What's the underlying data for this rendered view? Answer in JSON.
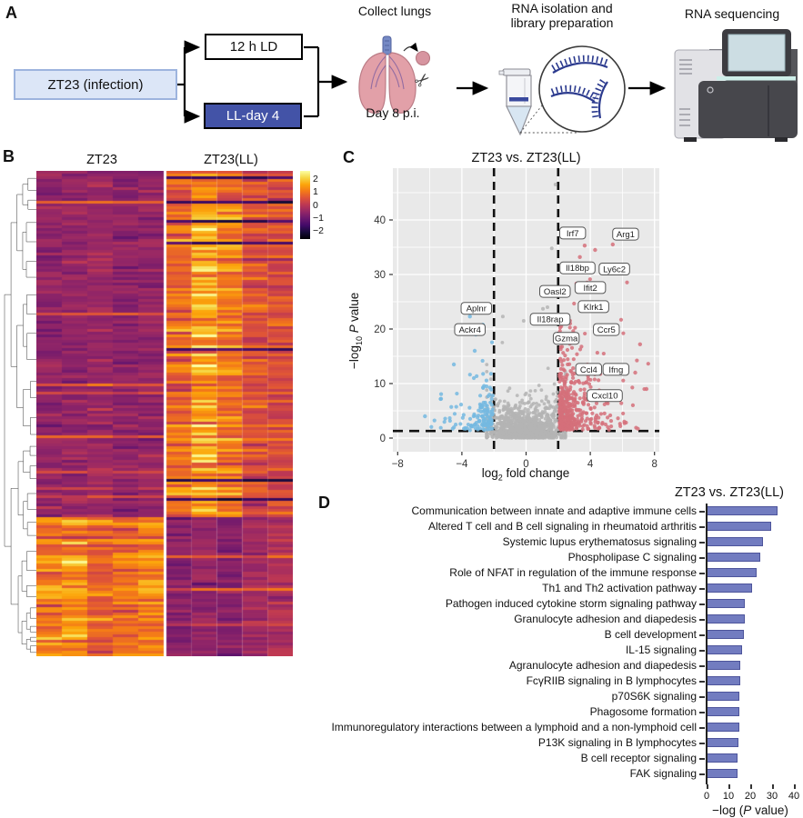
{
  "panels": {
    "a": {
      "label": "A",
      "infection_box": "ZT23 (infection)",
      "branch_top": "12 h LD",
      "branch_bottom": "LL-day 4",
      "collect": "Collect lungs",
      "day": "Day 8 p.i.",
      "rna_line1": "RNA isolation and",
      "rna_line2": "library preparation",
      "sequencing": "RNA sequencing"
    },
    "b": {
      "label": "B"
    },
    "c": {
      "label": "C"
    },
    "d": {
      "label": "D"
    }
  },
  "icons": {
    "scissors_glyph": "✂"
  },
  "chart_data": [
    {
      "type": "heatmap",
      "col_groups": [
        "ZT23",
        "ZT23(LL)"
      ],
      "columns_per_group": 5,
      "colormap": "inferno",
      "colorbar_ticks": [
        2,
        1,
        0,
        -1,
        -2
      ],
      "colorbar_range": [
        -2.6,
        2.6
      ],
      "rows_rendered": 178,
      "clusters": {
        "top": {
          "row_fraction": 0.715,
          "ZT23_col_means": [
            -0.55,
            -0.5,
            -0.45,
            -0.6,
            -0.55
          ],
          "ZT23LL_col_means": [
            0.85,
            1.5,
            1.05,
            0.5,
            0.42
          ]
        },
        "bottom": {
          "row_fraction": 0.285,
          "ZT23_col_means": [
            1.1,
            1.3,
            0.7,
            1.0,
            1.15
          ],
          "ZT23LL_col_means": [
            -0.7,
            -0.5,
            -0.7,
            -0.35,
            -0.2
          ]
        }
      }
    },
    {
      "type": "scatter",
      "title": "ZT23 vs. ZT23(LL)",
      "ylabel_parts": {
        "pre": "−log",
        "sub": "10",
        "it": " P ",
        "post": "value"
      },
      "xlabel_parts": {
        "pre": "log",
        "sub": "2",
        "post": " fold change"
      },
      "xlim": [
        -8.3,
        8.3
      ],
      "ylim": [
        -2.5,
        49.5
      ],
      "xticks": [
        -8,
        -4,
        0,
        4,
        8
      ],
      "yticks": [
        0,
        10,
        20,
        30,
        40
      ],
      "fc_thresholds": [
        -2,
        2
      ],
      "pvalue_threshold": 1.3,
      "colors": {
        "nonsig": "#b4b4b4",
        "down": "#74b9e0",
        "up": "#d5707a",
        "bg": "#e9e9e9"
      },
      "clusters": [
        {
          "name": "non-significant-core",
          "kind": "center",
          "n": 820,
          "color": "#b4b4b4"
        },
        {
          "name": "non-significant-base",
          "kind": "strip",
          "n": 430,
          "color": "#b4b4b4"
        },
        {
          "name": "downregulated",
          "kind": "down",
          "n": 135,
          "color": "#74b9e0"
        },
        {
          "name": "upregulated",
          "kind": "up",
          "n": 480,
          "color": "#d5707a"
        }
      ],
      "extra_points": {
        "gray": [
          [
            1.83,
            46.5
          ],
          [
            1.6,
            34.8
          ],
          [
            1.33,
            24.0
          ],
          [
            1.05,
            23.7
          ],
          [
            -1.45,
            22.3
          ],
          [
            -0.15,
            21.5
          ]
        ],
        "red": [
          [
            3.65,
            35.3
          ],
          [
            4.3,
            34.5
          ],
          [
            3.35,
            33.2
          ],
          [
            5.4,
            35.5
          ],
          [
            3.8,
            28.5
          ],
          [
            4.65,
            28.2
          ],
          [
            5.0,
            30.8
          ],
          [
            7.1,
            17.2
          ],
          [
            6.8,
            12.0
          ],
          [
            7.5,
            9.0
          ]
        ],
        "blue": [
          [
            -3.5,
            22.3
          ],
          [
            -4.05,
            19.2
          ],
          [
            -3.2,
            16.0
          ],
          [
            -4.5,
            13.5
          ],
          [
            -5.3,
            7.2
          ],
          [
            -6.3,
            4.0
          ]
        ]
      },
      "labeled_genes": [
        {
          "gene": "Irf7",
          "x": 2.9,
          "y": 37.6
        },
        {
          "gene": "Arg1",
          "x": 6.2,
          "y": 37.4
        },
        {
          "gene": "Il18bp",
          "x": 3.2,
          "y": 31.2
        },
        {
          "gene": "Ly6c2",
          "x": 5.5,
          "y": 31.0
        },
        {
          "gene": "Ifit2",
          "x": 4.0,
          "y": 27.6
        },
        {
          "gene": "Oasl2",
          "x": 1.8,
          "y": 26.9
        },
        {
          "gene": "Klrk1",
          "x": 4.2,
          "y": 24.1
        },
        {
          "gene": "Aplnr",
          "x": -3.1,
          "y": 23.8
        },
        {
          "gene": "Il18rap",
          "x": 1.5,
          "y": 21.8
        },
        {
          "gene": "Ackr4",
          "x": -3.5,
          "y": 19.9
        },
        {
          "gene": "Ccr5",
          "x": 5.0,
          "y": 19.9
        },
        {
          "gene": "Gzma",
          "x": 2.5,
          "y": 18.3
        },
        {
          "gene": "Ccl4",
          "x": 3.9,
          "y": 12.6
        },
        {
          "gene": "Ifng",
          "x": 5.6,
          "y": 12.6
        },
        {
          "gene": "Cxcl10",
          "x": 4.9,
          "y": 7.8
        }
      ]
    },
    {
      "type": "bar",
      "orientation": "horizontal",
      "title": "ZT23 vs. ZT23(LL)",
      "xlabel_parts": {
        "pre": "−log (",
        "it": "P",
        "post": " value)"
      },
      "xlim": [
        0,
        40
      ],
      "xticks": [
        0,
        10,
        20,
        30,
        40
      ],
      "bar_color": "#727cc0",
      "bar_border": "#4d549b",
      "categories": [
        "Communication between innate and adaptive immune cells",
        "Altered T cell and B cell signaling in rheumatoid arthritis",
        "Systemic lupus erythematosus signaling",
        "Phospholipase C signaling",
        "Role of NFAT in regulation of the immune response",
        "Th1 and Th2 activation pathway",
        "Pathogen induced cytokine storm signaling pathway",
        "Granulocyte adhesion and diapedesis",
        "B cell development",
        "IL-15 signaling",
        "Agranulocyte adhesion and diapedesis",
        "FcγRIIB signaling in B lymphocytes",
        "p70S6K signaling",
        "Phagosome formation",
        "Immunoregulatory interactions between a lymphoid and a non-lymphoid cell",
        "P13K signaling in B lymphocytes",
        "B cell receptor signaling",
        "FAK signaling"
      ],
      "values": [
        32.5,
        29.7,
        26,
        24.5,
        23,
        20.7,
        17.4,
        17.4,
        17.2,
        16.3,
        15.5,
        15.5,
        14.8,
        14.8,
        14.8,
        14.5,
        14.1,
        14
      ]
    }
  ]
}
